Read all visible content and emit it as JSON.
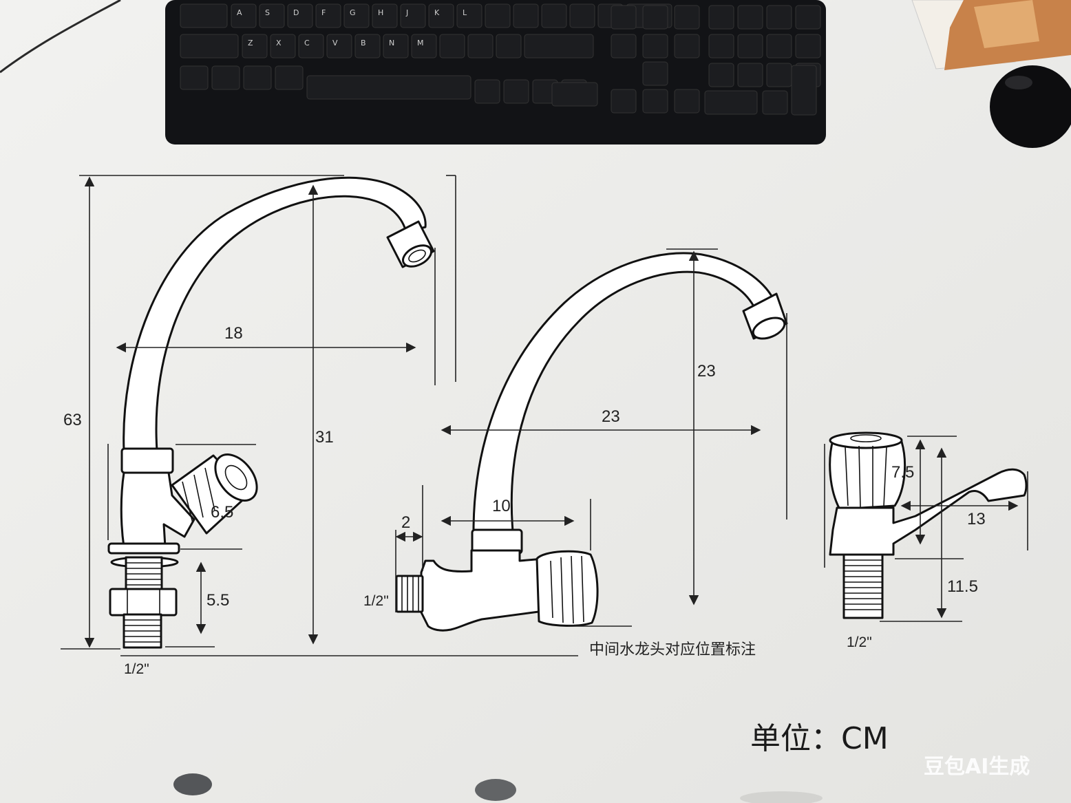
{
  "keyboard": {
    "keys": [
      "A",
      "S",
      "D",
      "F",
      "G",
      "H",
      "J",
      "K",
      "L",
      "Z",
      "X",
      "C",
      "V",
      "B",
      "N",
      "M"
    ]
  },
  "dimensions": {
    "left_total_height": "63",
    "left_spout_reach": "18",
    "left_spout_height": "31",
    "left_handle": "6.5",
    "left_thread_length": "5.5",
    "left_thread": "1/2\"",
    "middle_height": "23",
    "middle_reach": "23",
    "middle_body": "10",
    "middle_inlet": "2",
    "middle_thread": "1/2\"",
    "right_handle_height": "7.5",
    "right_spout_reach": "13",
    "right_thread_length": "11.5",
    "right_thread": "1/2\""
  },
  "note": "中间水龙头对应位置标注",
  "unit_label": "单位：CM",
  "watermark": "豆包AI生成"
}
